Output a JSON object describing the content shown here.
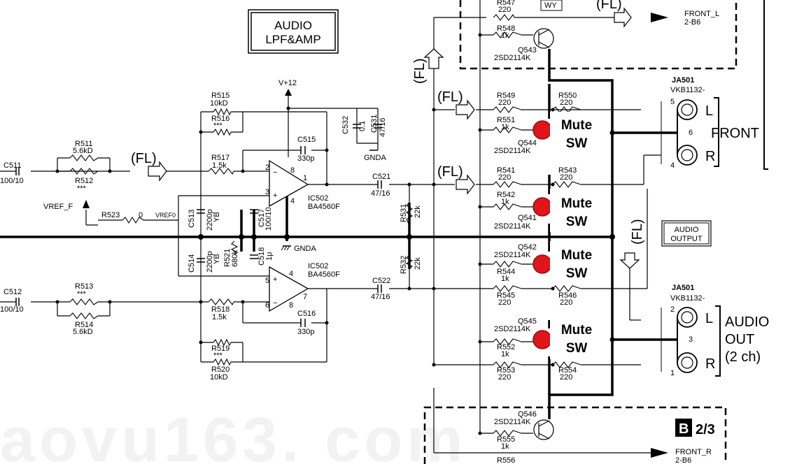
{
  "title_box": {
    "line1": "AUDIO",
    "line2": "LPF&AMP"
  },
  "audio_output_box": {
    "line1": "AUDIO",
    "line2": "OUTPUT"
  },
  "supply": {
    "vcc": "V+12",
    "gnd": "GNDA",
    "gnd2": "GNDA",
    "vref": "VREF_F",
    "vref0": "VREF0"
  },
  "signal": {
    "fl": "(FL)"
  },
  "inputs": [
    {
      "ref": "C511",
      "value": "100/10"
    },
    {
      "ref": "C512",
      "value": "100/10"
    }
  ],
  "resistors": [
    {
      "ref": "R511",
      "value": "5.6kD"
    },
    {
      "ref": "R512",
      "value": "***"
    },
    {
      "ref": "R513",
      "value": "***"
    },
    {
      "ref": "R514",
      "value": "5.6kD"
    },
    {
      "ref": "R515",
      "value": "10kD"
    },
    {
      "ref": "R516",
      "value": "***"
    },
    {
      "ref": "R517",
      "value": "1.5k"
    },
    {
      "ref": "R518",
      "value": "1.5k"
    },
    {
      "ref": "R519",
      "value": "***"
    },
    {
      "ref": "R520",
      "value": "10kD"
    },
    {
      "ref": "R521",
      "value": "680k"
    },
    {
      "ref": "R523",
      "value": "0"
    },
    {
      "ref": "R531",
      "value": "22k"
    },
    {
      "ref": "R532",
      "value": "22k"
    },
    {
      "ref": "R541",
      "value": "220"
    },
    {
      "ref": "R542",
      "value": "1k"
    },
    {
      "ref": "R543",
      "value": "220"
    },
    {
      "ref": "R544",
      "value": "1k"
    },
    {
      "ref": "R545",
      "value": "220"
    },
    {
      "ref": "R546",
      "value": "220"
    },
    {
      "ref": "R547",
      "value": "220"
    },
    {
      "ref": "R548",
      "value": "1k"
    },
    {
      "ref": "R549",
      "value": "220"
    },
    {
      "ref": "R550",
      "value": "220"
    },
    {
      "ref": "R551",
      "value": "1k"
    },
    {
      "ref": "R552",
      "value": "1k"
    },
    {
      "ref": "R553",
      "value": "220"
    },
    {
      "ref": "R554",
      "value": "220"
    },
    {
      "ref": "R555",
      "value": "1k"
    },
    {
      "ref": "R556",
      "value": ""
    }
  ],
  "capacitors": [
    {
      "ref": "C513",
      "value": "2200p",
      "type": "YB"
    },
    {
      "ref": "C514",
      "value": "2200p",
      "type": "YB"
    },
    {
      "ref": "C515",
      "value": "330p"
    },
    {
      "ref": "C516",
      "value": "330p"
    },
    {
      "ref": "C517",
      "value": "100/10"
    },
    {
      "ref": "C518",
      "value": "1μ"
    },
    {
      "ref": "C521",
      "value": "47/16"
    },
    {
      "ref": "C522",
      "value": "47/16"
    },
    {
      "ref": "C531",
      "value": "47/16"
    },
    {
      "ref": "C532",
      "value": "0.1"
    }
  ],
  "ics": [
    {
      "ref": "IC502",
      "part": "BA4560F",
      "pins_a": [
        "2",
        "3",
        "1",
        "8",
        "4"
      ]
    },
    {
      "ref": "IC502",
      "part": "BA4560F",
      "pins_b": [
        "5",
        "6",
        "7",
        "4",
        "8"
      ]
    }
  ],
  "transistors": [
    {
      "ref": "Q541",
      "part": "2SD2114K"
    },
    {
      "ref": "Q542",
      "part": "2SD2114K"
    },
    {
      "ref": "Q543",
      "part": "2SD2114K"
    },
    {
      "ref": "Q544",
      "part": "2SD2114K"
    },
    {
      "ref": "Q545",
      "part": "2SD2114K"
    },
    {
      "ref": "Q546",
      "part": "2SD2114K"
    }
  ],
  "mute_switches": [
    {
      "line1": "Mute",
      "line2": "SW"
    },
    {
      "line1": "Mute",
      "line2": "SW"
    },
    {
      "line1": "Mute",
      "line2": "SW"
    },
    {
      "line1": "Mute",
      "line2": "SW"
    }
  ],
  "jacks": [
    {
      "ref": "JA501",
      "part": "VKB1132-",
      "group": "FRONT",
      "l": "L",
      "r": "R",
      "pins": [
        "5",
        "6",
        "4"
      ]
    },
    {
      "ref": "JA501",
      "part": "VKB1132-",
      "group_line1": "AUDIO",
      "group_line2": "OUT",
      "group_line3": "(2 ch)",
      "l": "L",
      "r": "R",
      "pins": [
        "2",
        "3",
        "1"
      ]
    }
  ],
  "connectors": {
    "wy": "WY",
    "front_l": "FRONT_L",
    "front_l_ref": "2-B6",
    "front_r": "FRONT_R",
    "front_r_ref": "2-B6",
    "board_letter": "B",
    "board_page": "2/3"
  },
  "watermark": "aovu163. com",
  "colors": {
    "line": "#000000",
    "led": "#e0141b",
    "led_ring": "#9b0d10",
    "background": "#ffffff"
  }
}
